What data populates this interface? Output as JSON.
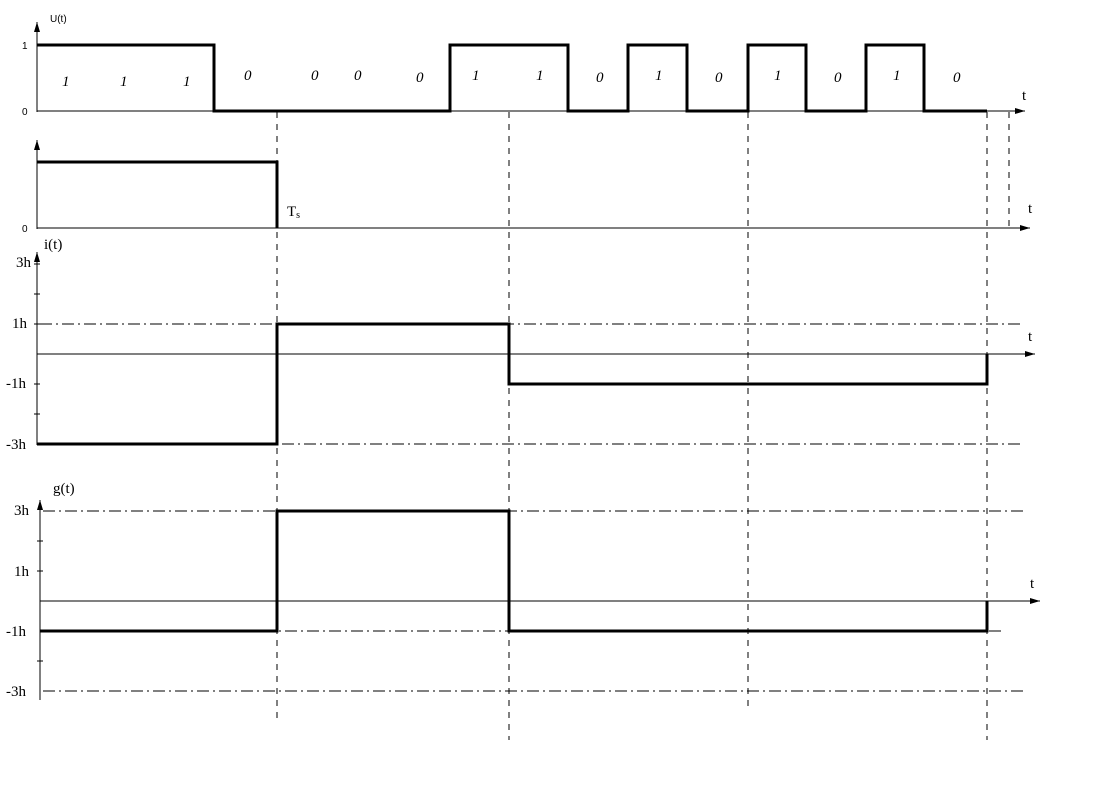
{
  "panel_u": {
    "y_label": "U(t)",
    "tick_high": "1",
    "tick_low": "0",
    "t_label": "t",
    "bits": [
      "1",
      "1",
      "1",
      "0",
      "0",
      "0",
      "0",
      "1",
      "1",
      "0",
      "1",
      "0",
      "1",
      "0",
      "1",
      "0"
    ]
  },
  "panel_ts": {
    "tick_low": "0",
    "ts_label": "T",
    "ts_sub": "s",
    "t_label": "t"
  },
  "panel_i": {
    "y_label": "i(t)",
    "ticks": [
      "3h",
      "1h",
      "-1h",
      "-3h"
    ],
    "t_label": "t"
  },
  "panel_g": {
    "y_label": "g(t)",
    "ticks": [
      "3h",
      "1h",
      "-1h",
      "-3h"
    ],
    "t_label": "t"
  }
}
